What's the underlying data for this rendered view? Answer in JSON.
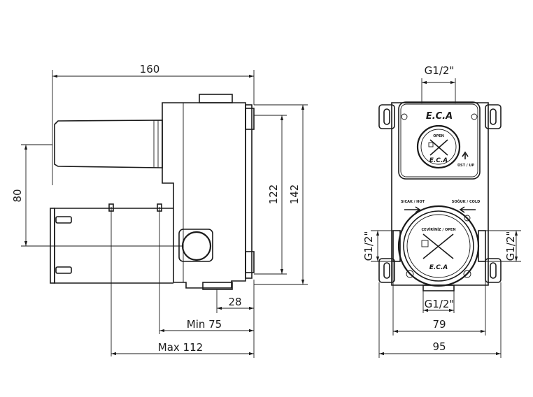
{
  "side_view": {
    "dim_width_total": "160",
    "dim_height_outer": "142",
    "dim_height_inner": "122",
    "dim_outlet_height": "80",
    "dim_inlet_offset": "28",
    "dim_min_depth": "Min 75",
    "dim_max_depth": "Max 112"
  },
  "front_view": {
    "dim_top_thread": "G1/2\"",
    "dim_bottom_thread": "G1/2\"",
    "dim_left_thread": "G1/2\"",
    "dim_right_thread": "G1/2\"",
    "dim_inner_width": "79",
    "dim_outer_width": "95",
    "brand_logo": "E.C.A",
    "upper_dial_label": "OPEN",
    "upper_dial_brand": "E.C.A",
    "up_label": "ÜST / UP",
    "hot_label": "SICAK / HOT",
    "cold_label": "SOĞUK / COLD",
    "lower_dial_label": "ÇEVİRİNİZ / OPEN",
    "lower_dial_brand": "E.C.A"
  }
}
